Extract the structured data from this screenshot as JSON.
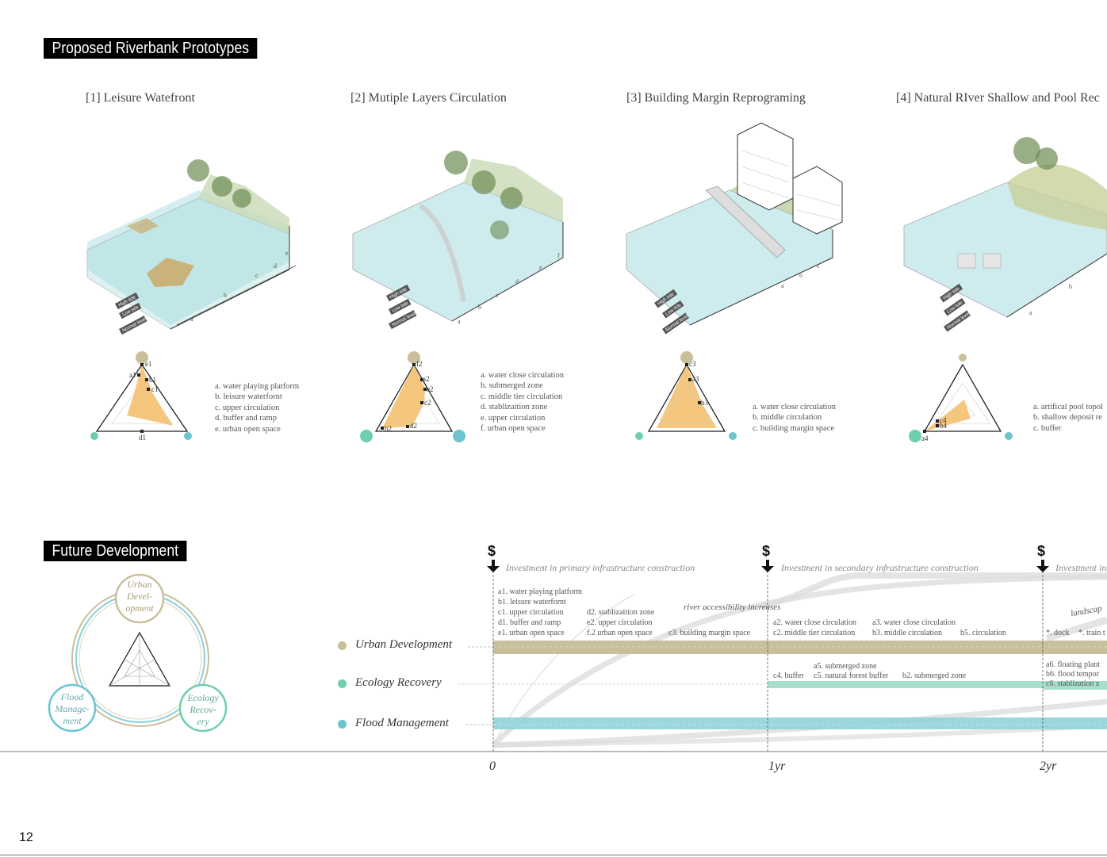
{
  "headings": {
    "prototypes": "Proposed Riverbank Prototypes",
    "future": "Future Development"
  },
  "prototypes": [
    {
      "title": "[1]  Leisure Watefront",
      "levels": [
        "High tide",
        "Low tide",
        "Normal level"
      ],
      "zones": [
        "a",
        "b",
        "c",
        "d",
        "e"
      ],
      "legend": [
        "a. water playing platform",
        "b. leisure waterfornt",
        "c. upper circulation",
        "d. buffer and ramp",
        "e. urban open space"
      ],
      "points": [
        "e1",
        "a1",
        "b1",
        "c1",
        "d1"
      ]
    },
    {
      "title": "[2]  Mutiple Layers Circulation",
      "levels": [
        "High tide",
        "Low tide",
        "Normal level"
      ],
      "zones": [
        "a",
        "b",
        "c",
        "d",
        "e",
        "f"
      ],
      "legend": [
        "a. water close circulation",
        "b. submerged zone",
        "c. middle tier circulation",
        "d. stablizaition zone",
        "e. upper circulation",
        "f. urban open space"
      ],
      "points": [
        "f2",
        "a2",
        "e2",
        "c2",
        "b2",
        "d2"
      ]
    },
    {
      "title": "[3]  Building Margin Reprograming",
      "levels": [
        "High tide",
        "Low tide",
        "Normal level"
      ],
      "zones": [
        "a",
        "b",
        "c"
      ],
      "legend": [
        "a. water close circulation",
        "b. middle circulation",
        "c. building margin space"
      ],
      "points": [
        "c3",
        "a3",
        "b3"
      ]
    },
    {
      "title": "[4]  Natural RIver Shallow and Pool Rec",
      "levels": [
        "High tide",
        "Low tide",
        "Normal level"
      ],
      "zones": [
        "a",
        "b"
      ],
      "legend": [
        "a. artifical pool topol",
        "b. shallow deposit re",
        "c. buffer"
      ],
      "points": [
        "c4",
        "b4",
        "a4"
      ]
    }
  ],
  "circle_diagram": {
    "urban": "Urban Devel- opment",
    "urban_lines": [
      "Urban",
      "Devel-",
      "opment"
    ],
    "flood_lines": [
      "Flood",
      "Manage-",
      "ment"
    ],
    "ecology_lines": [
      "Ecology",
      "Recov-",
      "ery"
    ]
  },
  "timeline": {
    "rows": [
      {
        "label": "Urban Development",
        "color": "#c9bf9c"
      },
      {
        "label": "Ecology Recovery",
        "color": "#6ecfae"
      },
      {
        "label": "Flood Management",
        "color": "#6cc4cf"
      }
    ],
    "ticks": [
      "0",
      "1yr",
      "2yr"
    ],
    "dollar": "$",
    "investments": [
      "Investment in primary infrastructure construction",
      "Investment in secondary infrastructure construction",
      "Investment in"
    ],
    "annotations": {
      "river": "river accessibility increases",
      "landscape": "landscap",
      "col1": [
        "a1. water playing platform",
        "b1. leisure waterfornt",
        "c1. upper circulation",
        "d1. buffer and ramp",
        "e1. urban open space"
      ],
      "col2": [
        "d2. stablizaition zone",
        "e2. upper circulation",
        "f.2 urban open space"
      ],
      "c3": "c3. building margin space",
      "a2": "a2. water close circulation",
      "c2": "c2. middle tier circulation",
      "a3": "a3. water close circulation",
      "b3": "b3. middle circulation",
      "b5": "b5. circulation",
      "dock": "*. dock",
      "train": "*. train t",
      "a5": "a5. submerged zone",
      "c4": "c4. buffer",
      "c5": "c5. natural forest buffer",
      "b2": "b2. submerged zone",
      "a6": "a6. floating plant",
      "b6": "b6. flood tempor",
      "c6": "c6. stablization z"
    }
  },
  "page_number": "12",
  "colors": {
    "water": "#9fd9dc",
    "sand": "#c9bf9c",
    "orange": "#f5c77e",
    "green": "#6ecfae",
    "teal": "#6cc4cf"
  }
}
